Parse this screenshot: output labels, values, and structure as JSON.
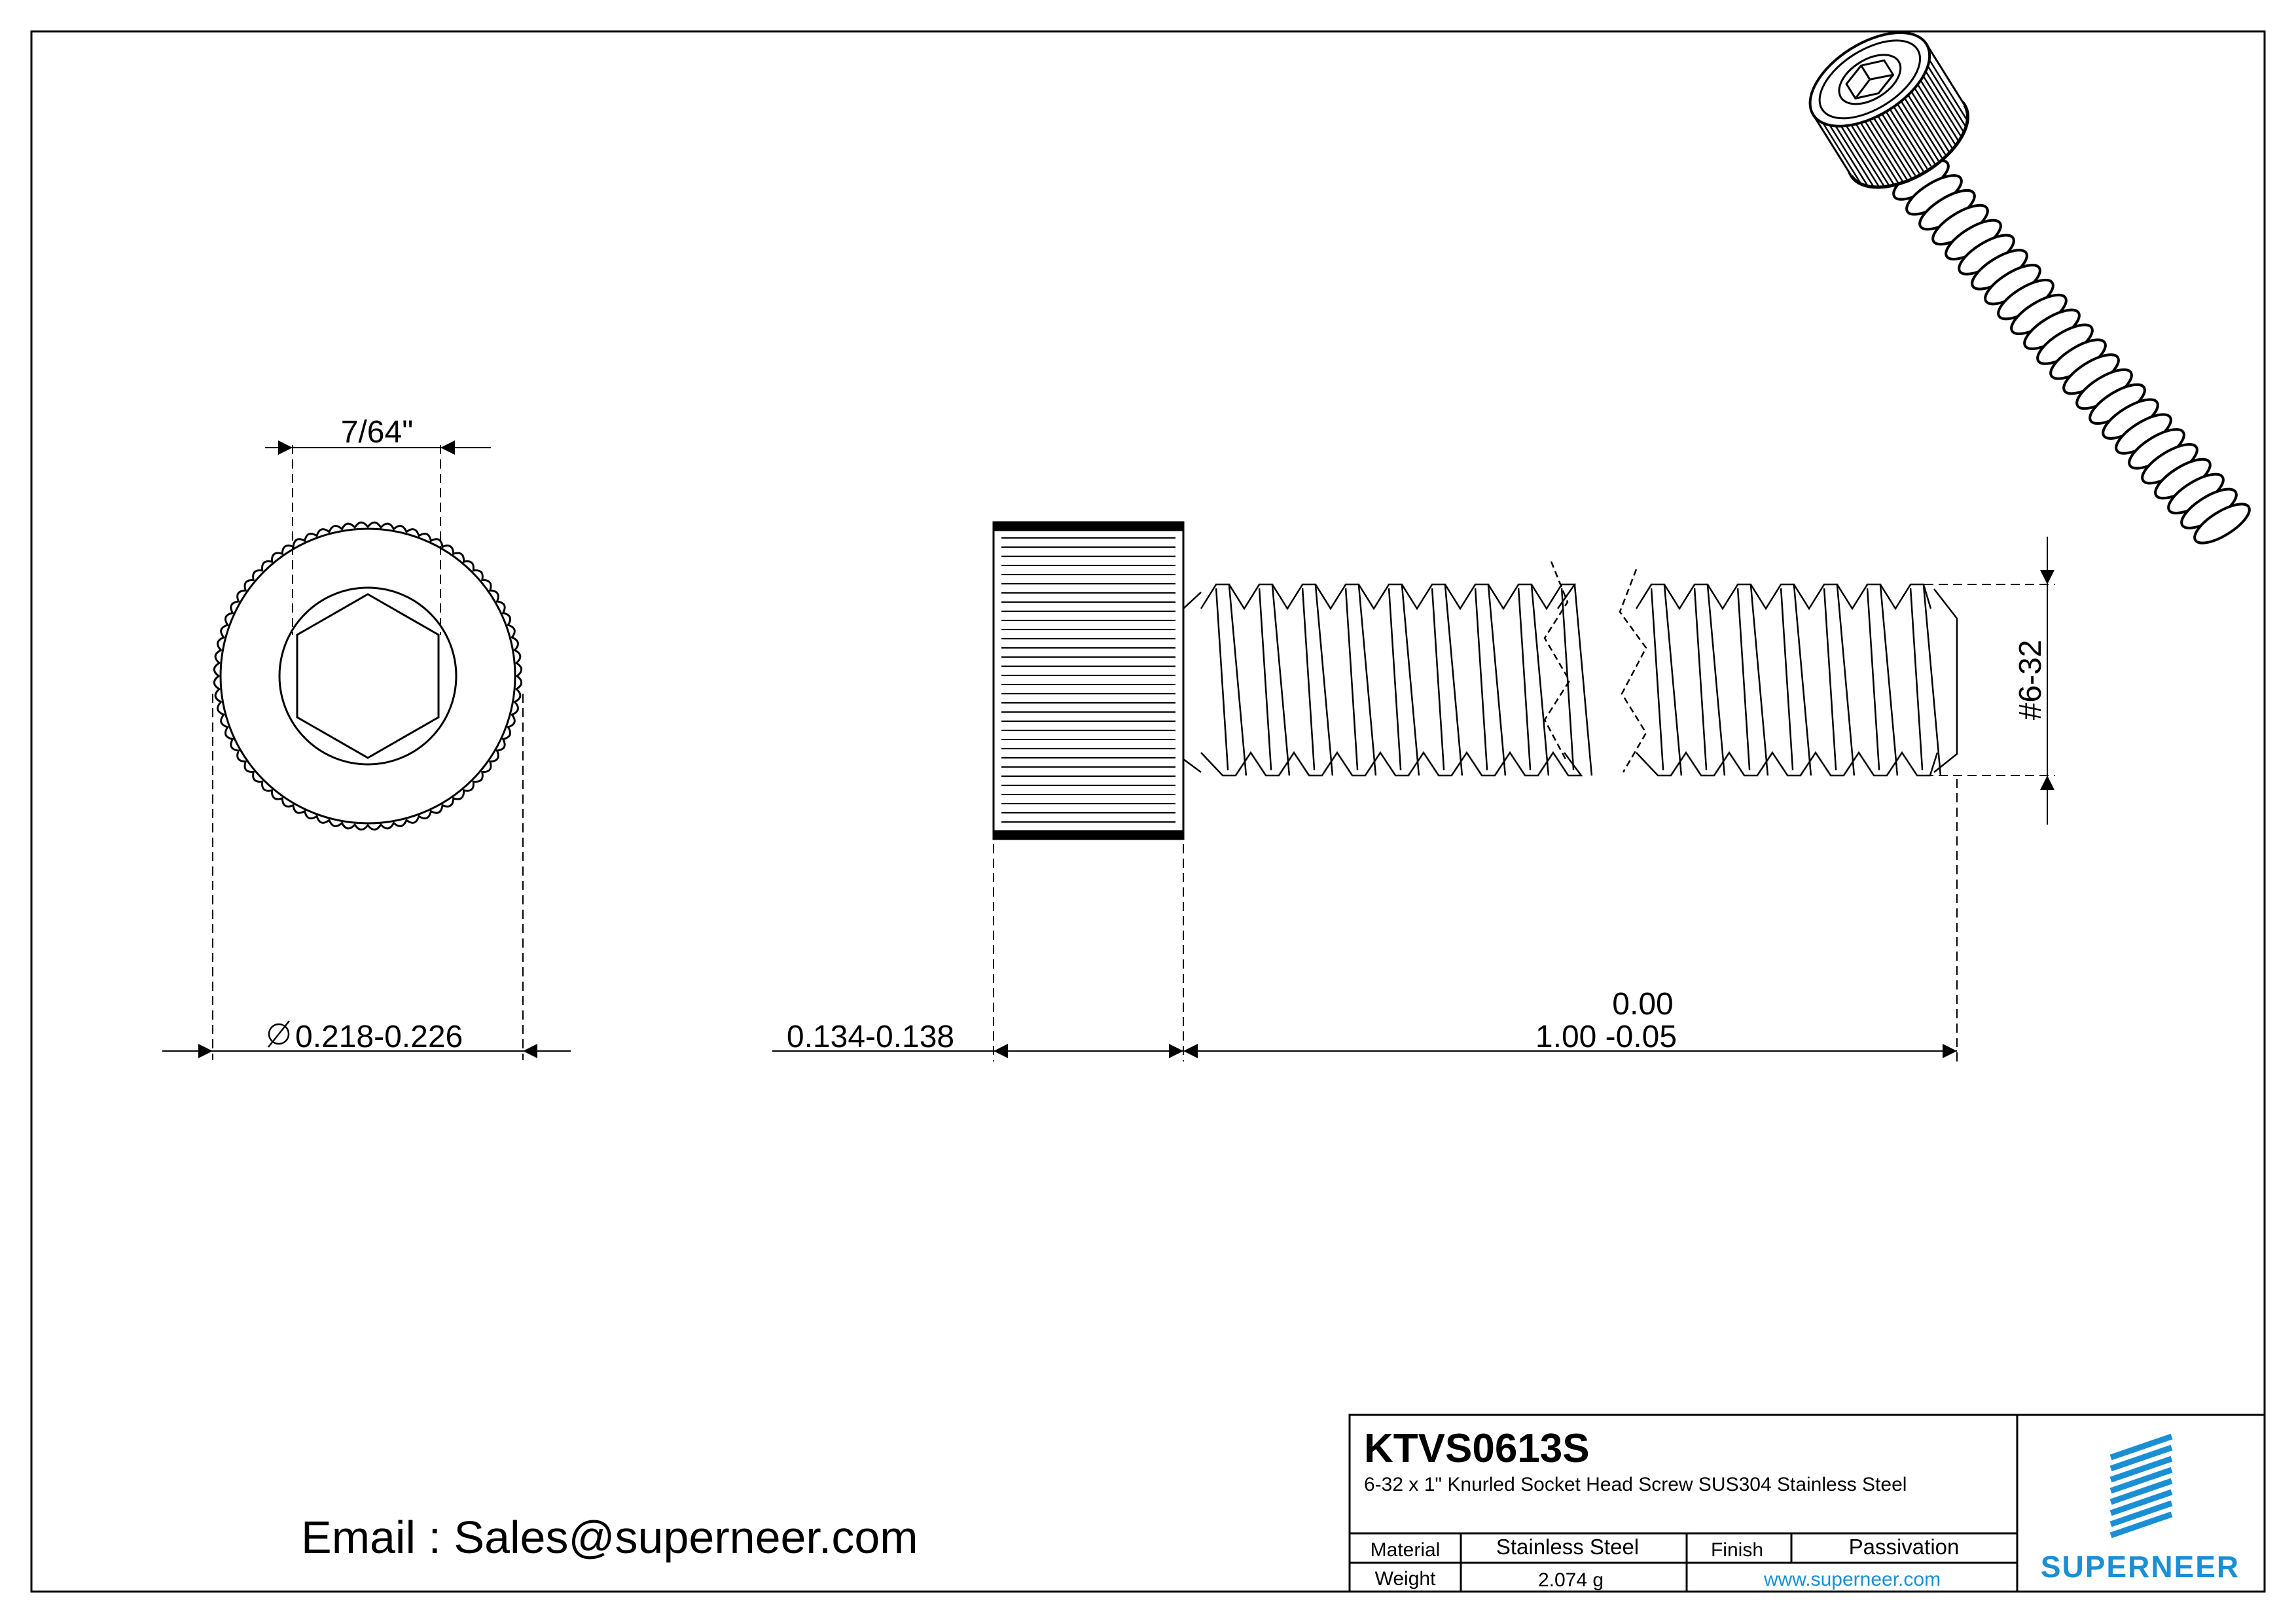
{
  "dimensions": {
    "hex_key": "7/64\"",
    "head_diameter": "0.218-0.226",
    "head_height": "0.134-0.138",
    "length_upper": "0.00",
    "length_main": "1.00 -0.05",
    "thread_size": "#6-32"
  },
  "contact": {
    "email": "Email : Sales@superneer.com"
  },
  "title_block": {
    "part_number": "KTVS0613S",
    "description": "6-32 x 1\" Knurled Socket Head Screw SUS304 Stainless Steel",
    "material_label": "Material",
    "material_value": "Stainless Steel",
    "finish_label": "Finish",
    "finish_value": "Passivation",
    "weight_label": "Weight",
    "weight_value": "2.074 g",
    "website": "www.superneer.com",
    "brand": "SUPERNEER"
  },
  "colors": {
    "line": "#000000",
    "brand_blue": "#1a8fd4"
  }
}
